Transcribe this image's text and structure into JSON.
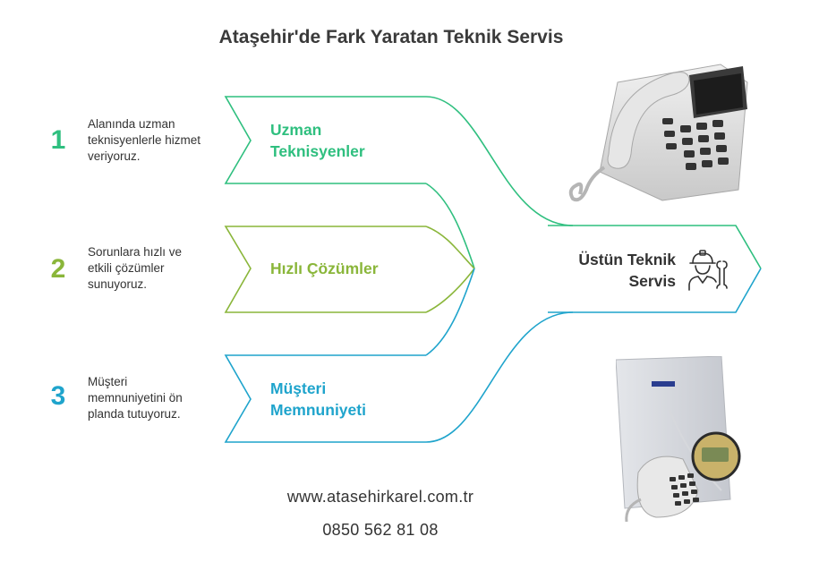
{
  "title": "Ataşehir'de Fark Yaratan Teknik Servis",
  "items": [
    {
      "number": "1",
      "description": "Alanında uzman teknisyenlerle hizmet veriyoruz.",
      "label": "Uzman Teknisyenler",
      "color": "#2fbf7f"
    },
    {
      "number": "2",
      "description": "Sorunlara hızlı ve etkili çözümler sunuyoruz.",
      "label": "Hızlı Çözümler",
      "color": "#8ab63a"
    },
    {
      "number": "3",
      "description": "Müşteri memnuniyetini ön planda tutuyoruz.",
      "label": "Müşteri Memnuniyeti",
      "color": "#1fa4cc"
    }
  ],
  "result": {
    "label": "Üstün Teknik Servis",
    "icon": "technician-icon"
  },
  "contact": {
    "website": "www.atasehirkarel.com.tr",
    "phone": "0850 562 81 08"
  },
  "images": {
    "top": "desk-phone-image",
    "bottom": "pbx-system-image"
  }
}
